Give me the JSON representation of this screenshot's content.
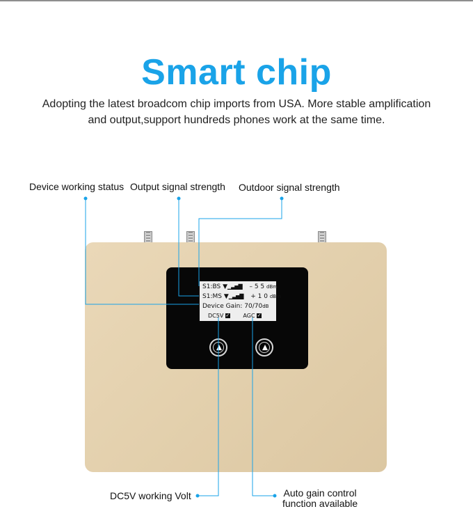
{
  "heading": {
    "title": "Smart chip",
    "desc_line1": "Adopting the latest broadcom chip imports from USA. More stable amplification",
    "desc_line2": "and output,support hundreds phones work at the same time."
  },
  "labels": {
    "device_status": "Device working status",
    "output_signal": "Output signal strength",
    "outdoor_signal": "Outdoor signal strength",
    "dc5v": "DC5V working Volt",
    "agc_line1": "Auto gain control",
    "agc_line2": "function available"
  },
  "lcd": {
    "bs_label": "S1:BS",
    "bs_value": "– 5 5",
    "bs_unit": "dBm",
    "ms_label": "S1:MS",
    "ms_value": "+ 1 0",
    "ms_unit": "dBm",
    "gain_label": "Device Gain:",
    "gain_value": "70/70",
    "gain_unit": "dB",
    "dc5v": "DC5V",
    "agc": "AGC"
  },
  "colors": {
    "accent": "#1aa3e8",
    "device_body": "#e3d0ad",
    "panel": "#070707",
    "lcd": "#eeeeee"
  },
  "icons": [
    "antenna-icon",
    "signal-bars-icon",
    "checkbox-icon",
    "up-arrow-icon"
  ]
}
